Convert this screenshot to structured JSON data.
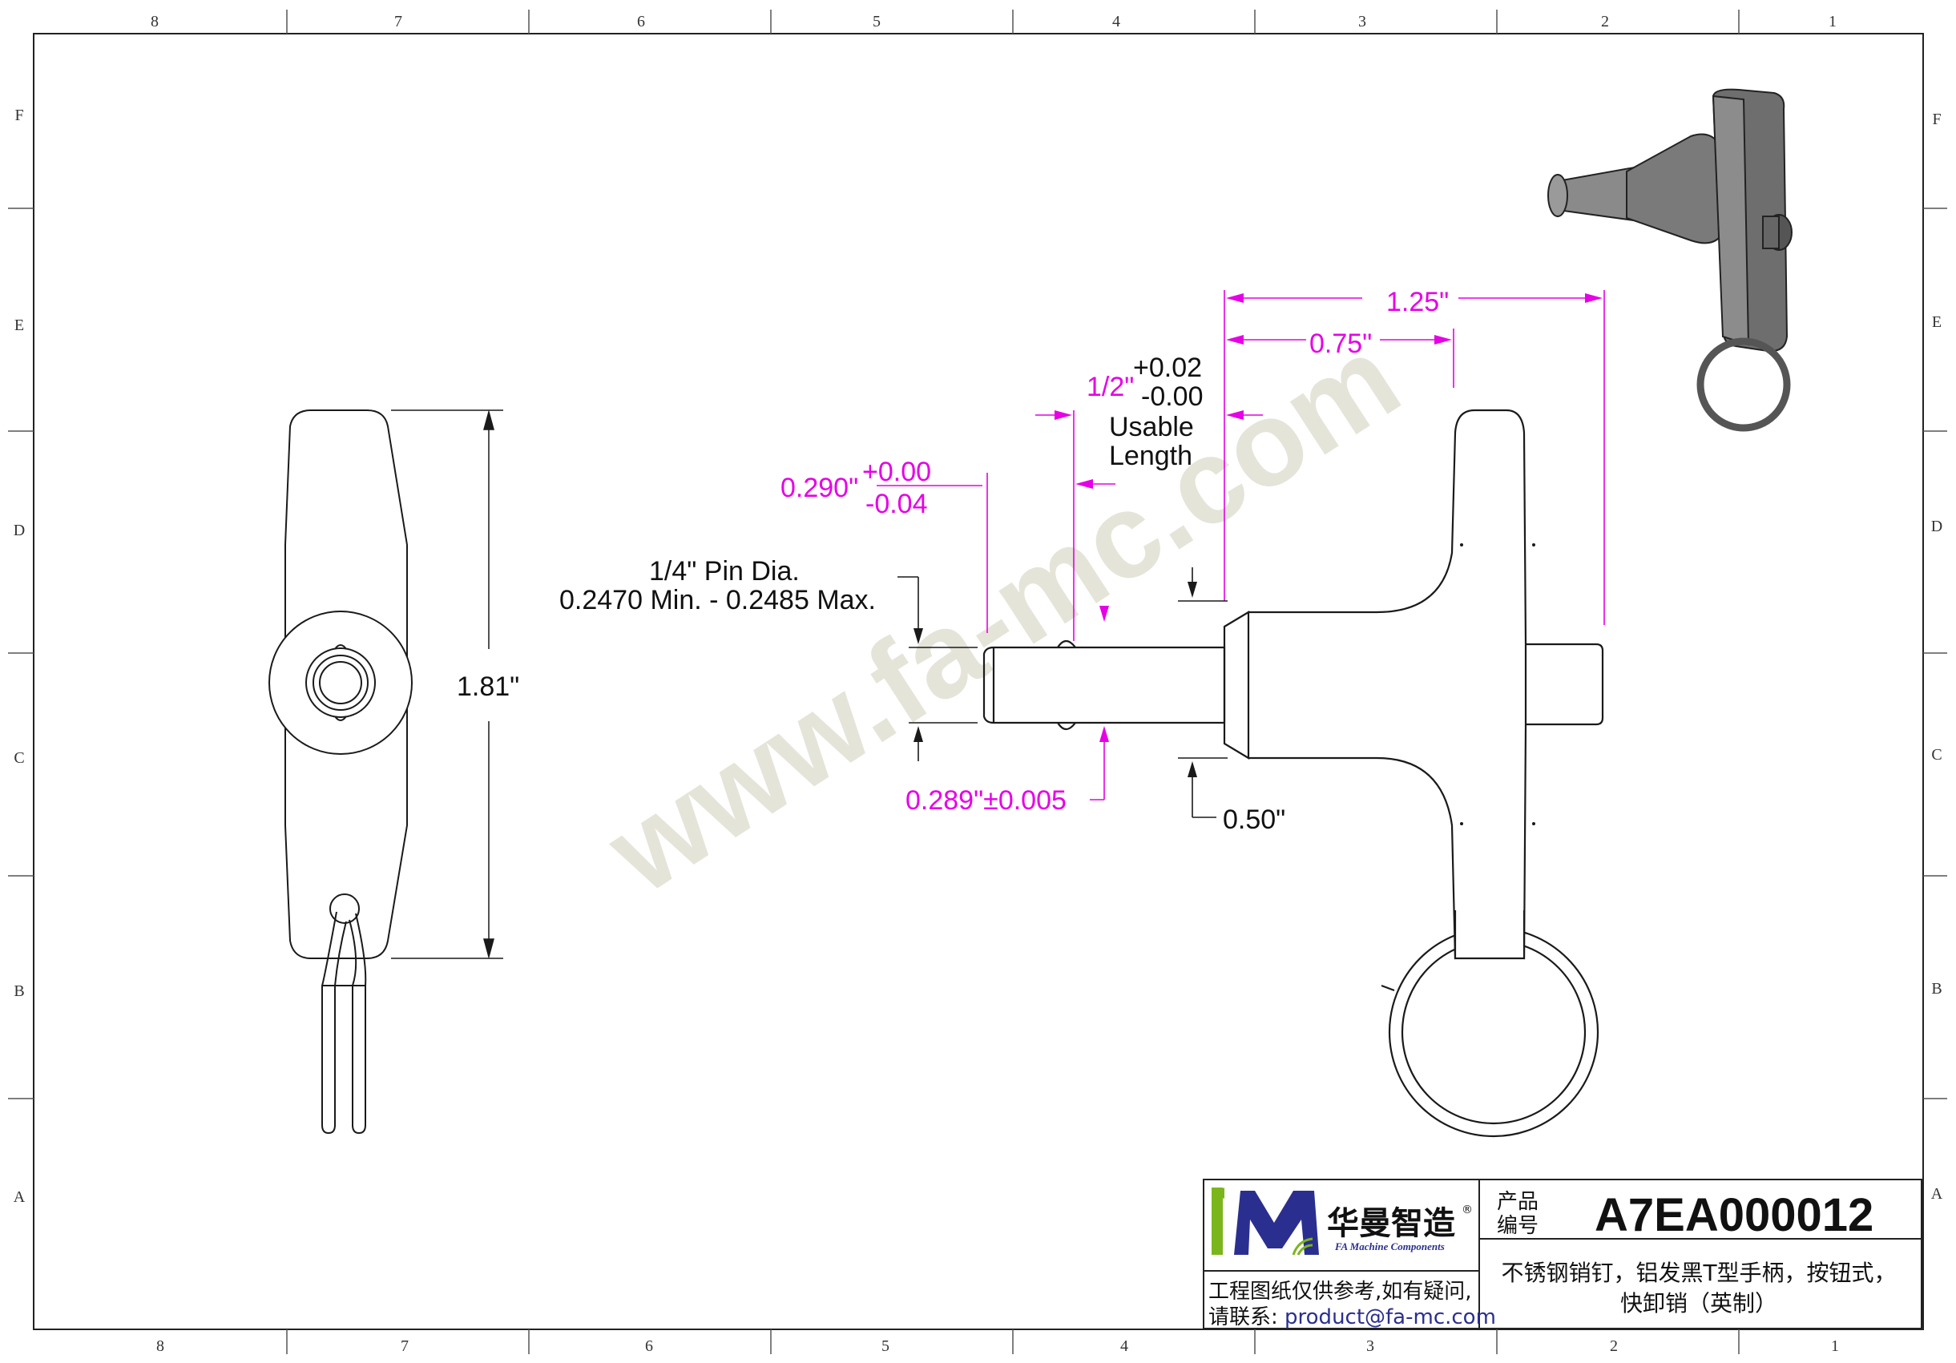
{
  "frame": {
    "top_columns": [
      "8",
      "7",
      "6",
      "5",
      "4",
      "3",
      "2",
      "1"
    ],
    "bottom_columns": [
      "8",
      "7",
      "6",
      "5",
      "4",
      "3",
      "2",
      "1"
    ],
    "left_rows": [
      "F",
      "E",
      "D",
      "C",
      "B",
      "A"
    ],
    "right_rows": [
      "F",
      "E",
      "D",
      "C",
      "B",
      "A"
    ]
  },
  "watermark": "www.fa-mc.com",
  "dimensions": {
    "overall_height": "1.81\"",
    "length_125": "1.25\"",
    "length_075": "0.75\"",
    "usable_nominal": "1/2\"",
    "usable_tol_plus": "+0.02",
    "usable_tol_minus": "-0.00",
    "usable_line1": "Usable",
    "usable_line2": "Length",
    "tip_nominal": "0.290\"",
    "tip_tol_plus": "+0.00",
    "tip_tol_minus": "-0.04",
    "pin_dia_line1": "1/4\" Pin Dia.",
    "pin_dia_line2": "0.2470 Min. - 0.2485 Max.",
    "ball_dia": "0.289\"±0.005",
    "shoulder": "0.50\""
  },
  "title_block": {
    "logo_mark": "1M",
    "company_cn": "华曼智造",
    "registered": "®",
    "company_en": "FA Machine Components",
    "product_label_line1": "产品",
    "product_label_line2": "编号",
    "part_number": "A7EA000012",
    "description_line1": "不锈钢销钉，铝发黑T型手柄，按钮式，",
    "description_line2": "快卸销（英制）",
    "note_line1": "工程图纸仅供参考,如有疑问,",
    "note_line2_prefix": "请联系: ",
    "email": "product@fa-mc.com"
  },
  "colors": {
    "dimension": "#e600e6",
    "outline": "#1a1a1a",
    "watermark": "#e5e4d8",
    "logo_green": "#7bb51c",
    "logo_blue": "#2a2f8f"
  }
}
